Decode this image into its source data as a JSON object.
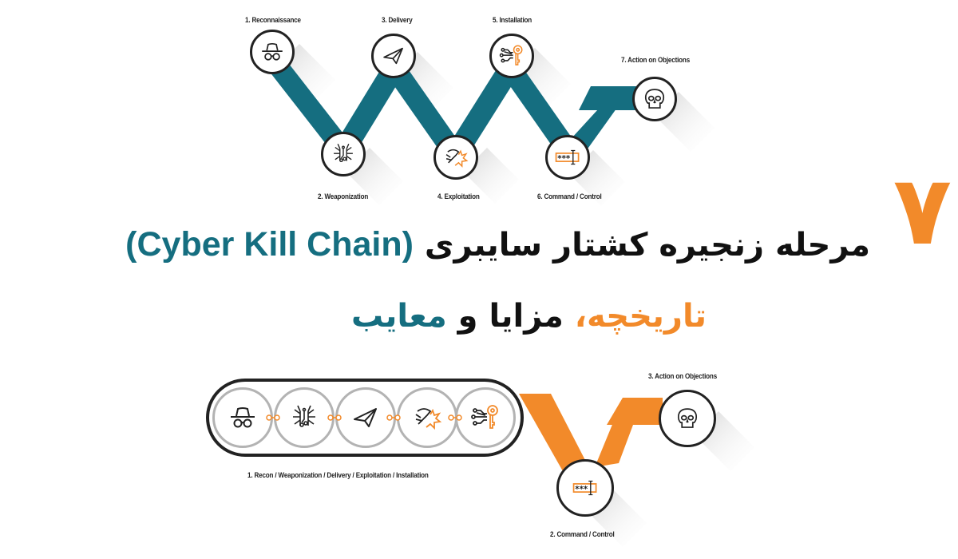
{
  "colors": {
    "teal": "#156e80",
    "orange": "#f28a2a",
    "black": "#111111",
    "node_border": "#222222",
    "mini_border": "#b3b3b3"
  },
  "top_chain": {
    "stages": [
      {
        "label": "1. Reconnaissance",
        "icon": "spy-hat-glasses-icon"
      },
      {
        "label": "2. Weaponization",
        "icon": "circuit-bug-icon"
      },
      {
        "label": "3. Delivery",
        "icon": "paper-plane-icon"
      },
      {
        "label": "4. Exploitation",
        "icon": "hammer-impact-icon"
      },
      {
        "label": "5. Installation",
        "icon": "circuit-key-icon"
      },
      {
        "label": "6. Command / Control",
        "icon": "password-field-icon"
      },
      {
        "label": "7. Action on Objections",
        "icon": "skull-icon"
      }
    ]
  },
  "title": {
    "number": "۷",
    "line1_persian": "مرحله زنجیره کشتار سایبری",
    "line1_english": "(Cyber Kill Chain)",
    "line2_part1": "تاریخچه،",
    "line2_part2": "مزایا و",
    "line2_part3": "معایب"
  },
  "bottom_chain": {
    "group_label": "1. Recon / Weaponization / Delivery / Exploitation / Installation",
    "group_icons": [
      "spy-hat-glasses-icon",
      "circuit-bug-icon",
      "paper-plane-icon",
      "hammer-impact-icon",
      "circuit-key-icon"
    ],
    "stage2_label": "2. Command / Control",
    "stage3_label": "3. Action on Objections"
  }
}
